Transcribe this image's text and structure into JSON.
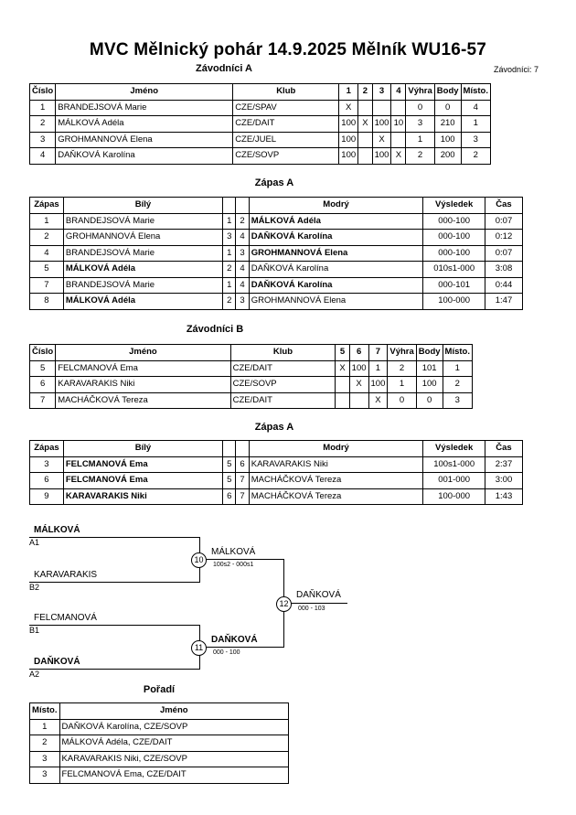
{
  "header": {
    "title": "MVC Mělnický pohár  14.9.2025  Mělník   WU16-57",
    "group_a_heading": "Závodníci A",
    "competitors_count": "Závodníci: 7"
  },
  "group_a": {
    "headers": [
      "Číslo",
      "Jméno",
      "Klub",
      "1",
      "2",
      "3",
      "4",
      "Výhra",
      "Body",
      "Místo."
    ],
    "rows": [
      [
        "1",
        "BRANDEJSOVÁ Marie",
        "CZE/SPAV",
        "X",
        "",
        "",
        "",
        "0",
        "0",
        "4"
      ],
      [
        "2",
        "MÁLKOVÁ Adéla",
        "CZE/DAIT",
        "100",
        "X",
        "100",
        "10",
        "3",
        "210",
        "1"
      ],
      [
        "3",
        "GROHMANNOVÁ Elena",
        "CZE/JUEL",
        "100",
        "",
        "X",
        "",
        "1",
        "100",
        "3"
      ],
      [
        "4",
        "DAŇKOVÁ Karolína",
        "CZE/SOVP",
        "100",
        "",
        "100",
        "X",
        "2",
        "200",
        "2"
      ]
    ]
  },
  "matches_a_heading": "Zápas A",
  "matches_a": {
    "headers": [
      "Zápas",
      "Bílý",
      "",
      "",
      "Modrý",
      "Výsledek",
      "Čas"
    ],
    "rows": [
      [
        "1",
        "BRANDEJSOVÁ Marie",
        "1",
        "2",
        "MÁLKOVÁ Adéla",
        "000-100",
        "0:07",
        "blue"
      ],
      [
        "2",
        "GROHMANNOVÁ Elena",
        "3",
        "4",
        "DAŇKOVÁ Karolína",
        "000-100",
        "0:12",
        "blue"
      ],
      [
        "4",
        "BRANDEJSOVÁ Marie",
        "1",
        "3",
        "GROHMANNOVÁ Elena",
        "000-100",
        "0:07",
        "blue"
      ],
      [
        "5",
        "MÁLKOVÁ Adéla",
        "2",
        "4",
        "DAŇKOVÁ Karolína",
        "010s1-000",
        "3:08",
        "white"
      ],
      [
        "7",
        "BRANDEJSOVÁ Marie",
        "1",
        "4",
        "DAŇKOVÁ Karolína",
        "000-101",
        "0:44",
        "blue"
      ],
      [
        "8",
        "MÁLKOVÁ Adéla",
        "2",
        "3",
        "GROHMANNOVÁ Elena",
        "100-000",
        "1:47",
        "white"
      ]
    ]
  },
  "group_b_heading": "Závodníci B",
  "group_b": {
    "headers": [
      "Číslo",
      "Jméno",
      "Klub",
      "5",
      "6",
      "7",
      "Výhra",
      "Body",
      "Místo."
    ],
    "rows": [
      [
        "5",
        "FELCMANOVÁ Ema",
        "CZE/DAIT",
        "X",
        "100",
        "1",
        "2",
        "101",
        "1"
      ],
      [
        "6",
        "KARAVARAKIS Niki",
        "CZE/SOVP",
        "",
        "X",
        "100",
        "1",
        "100",
        "2"
      ],
      [
        "7",
        "MACHÁČKOVÁ Tereza",
        "CZE/DAIT",
        "",
        "",
        "X",
        "0",
        "0",
        "3"
      ]
    ]
  },
  "matches_b_heading": "Zápas A",
  "matches_b": {
    "headers": [
      "Zápas",
      "Bílý",
      "",
      "",
      "Modrý",
      "Výsledek",
      "Čas"
    ],
    "rows": [
      [
        "3",
        "FELCMANOVÁ Ema",
        "5",
        "6",
        "KARAVARAKIS Niki",
        "100s1-000",
        "2:37",
        "white"
      ],
      [
        "6",
        "FELCMANOVÁ Ema",
        "5",
        "7",
        "MACHÁČKOVÁ Tereza",
        "001-000",
        "3:00",
        "white"
      ],
      [
        "9",
        "KARAVARAKIS Niki",
        "6",
        "7",
        "MACHÁČKOVÁ Tereza",
        "100-000",
        "1:43",
        "white"
      ]
    ]
  },
  "bracket": {
    "p1": {
      "name": "MÁLKOVÁ",
      "seed": "A1"
    },
    "p2": {
      "name": "KARAVARAKIS",
      "seed": "B2"
    },
    "p3": {
      "name": "FELCMANOVÁ",
      "seed": "B1"
    },
    "p4": {
      "name": "DAŇKOVÁ",
      "seed": "A2"
    },
    "m10": {
      "num": "10",
      "winner": "MÁLKOVÁ",
      "score": "100s2 - 000s1"
    },
    "m11": {
      "num": "11",
      "winner": "DAŇKOVÁ",
      "score": "000 - 100"
    },
    "m12": {
      "num": "12",
      "winner": "DAŇKOVÁ",
      "score": "000 - 103"
    }
  },
  "ranking": {
    "heading": "Pořadí",
    "headers": [
      "Místo.",
      "Jméno"
    ],
    "rows": [
      [
        "1",
        "DAŇKOVÁ Karolína, CZE/SOVP"
      ],
      [
        "2",
        "MÁLKOVÁ Adéla, CZE/DAIT"
      ],
      [
        "3",
        "KARAVARAKIS Niki, CZE/SOVP"
      ],
      [
        "3",
        "FELCMANOVÁ Ema, CZE/DAIT"
      ]
    ]
  }
}
